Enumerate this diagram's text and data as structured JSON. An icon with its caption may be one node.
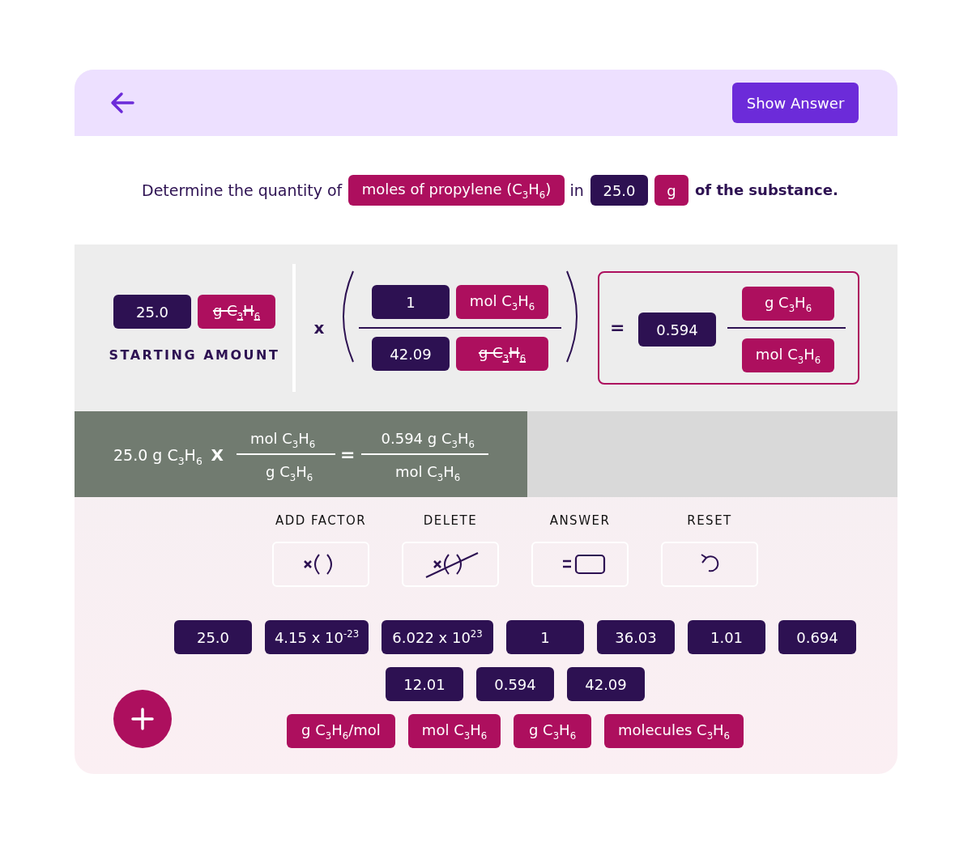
{
  "diagram": {
    "nodes": [
      {
        "text": [
          "Show Answer"
        ]
      },
      {
        "text": [
          "moles of propylene (C$_{3}$H$_{6}$)"
        ]
      },
      {
        "text": [
          "25.0"
        ]
      },
      {
        "text": [
          "g"
        ]
      },
      {
        "text": [
          "25.0"
        ]
      },
      {
        "text": [
          "g C$_{3}$H$_{6}$"
        ]
      },
      {
        "text": [
          "1"
        ]
      },
      {
        "text": [
          "mol C$_{3}$H$_{6}$"
        ]
      },
      {
        "text": [
          "42.09"
        ]
      },
      {
        "text": [
          "g C$_{3}$H$_{6}$"
        ]
      },
      {
        "text": [],
        "shape": "box"
      },
      {
        "text": [
          "0.594"
        ],
        "in": 10
      },
      {
        "text": [
          "g C$_{3}$H$_{6}$"
        ],
        "in": 10
      },
      {
        "text": [
          "mol C$_{3}$H$_{6}$"
        ],
        "in": 10
      },
      {
        "text": [
          "ADD FACTOR"
        ]
      },
      {
        "text": [
          "DELETE"
        ]
      },
      {
        "text": [
          "ANSWER"
        ]
      },
      {
        "text": [
          "RESET"
        ]
      },
      {
        "text": [
          "25.0"
        ]
      },
      {
        "text": [
          "4.15 x 10$^{-23}$"
        ]
      },
      {
        "text": [
          "6.022 x 10$^{23}$"
        ]
      },
      {
        "text": [
          "1"
        ]
      },
      {
        "text": [
          "36.03"
        ]
      },
      {
        "text": [
          "1.01"
        ]
      },
      {
        "text": [
          "0.694"
        ]
      },
      {
        "text": [
          "12.01"
        ]
      },
      {
        "text": [
          "0.594"
        ]
      },
      {
        "text": [
          "42.09"
        ]
      },
      {
        "text": [
          "g C$_{3}$H$_{6}$/mol"
        ]
      },
      {
        "text": [
          "mol C$_{3}$H$_{6}$"
        ]
      },
      {
        "text": [
          "g C$_{3}$H$_{6}$"
        ]
      },
      {
        "text": [
          "molecules C$_{3}$H$_{6}$"
        ]
      }
    ],
    "labels": [
      "Determine the quantity of",
      "in",
      "of the substance.",
      "x",
      "=",
      "STARTING AMOUNT",
      "25.0 g C$_{3}$H$_{6}$",
      "X",
      "mol C$_{3}$H$_{6}$",
      "g C$_{3}$H$_{6}$",
      "=",
      "0.594 g C$_{3}$H$_{6}$",
      "mol C$_{3}$H$_{6}$"
    ]
  }
}
